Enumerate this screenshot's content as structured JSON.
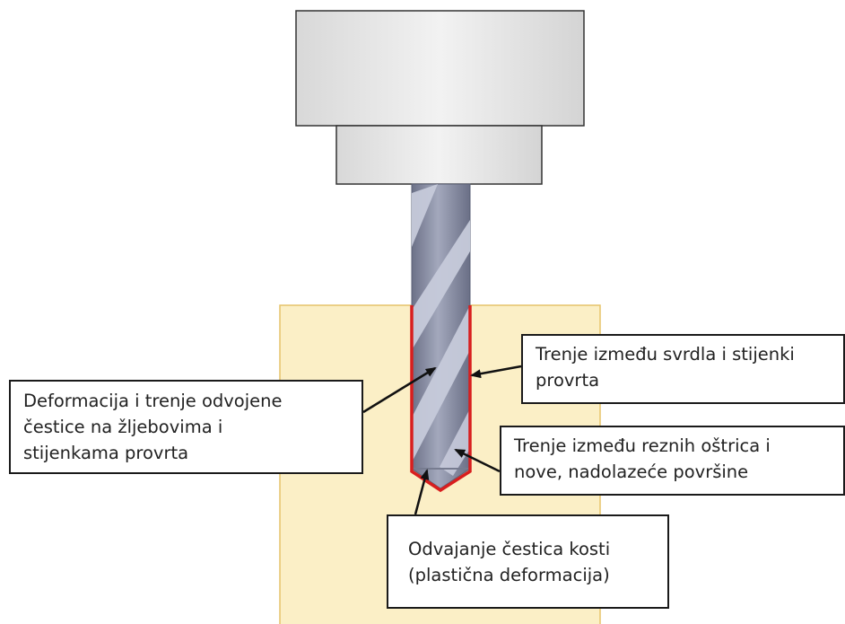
{
  "colors": {
    "bone_fill": "#fbefc6",
    "bone_border": "#e6c46a",
    "contact_line": "#d81e1e",
    "holder_fill": "#eaeaea",
    "drill_body": "#8f94a8",
    "flute": "#c6cada",
    "arrow": "#111111"
  },
  "labels": {
    "deformation": {
      "line1": "Deformacija i trenje odvojene",
      "line2": "čestice na žljebovima i",
      "line3": "stijenkama provrta"
    },
    "wall_friction": {
      "line1": "Trenje između svrdla i stijenki",
      "line2": "provrta"
    },
    "edge_friction": {
      "line1": "Trenje između reznih oštrica i",
      "line2": "nove, nadolazeće površine"
    },
    "chip_separation": {
      "line1": "Odvajanje čestica kosti",
      "line2": "(plastična deformacija)"
    }
  }
}
